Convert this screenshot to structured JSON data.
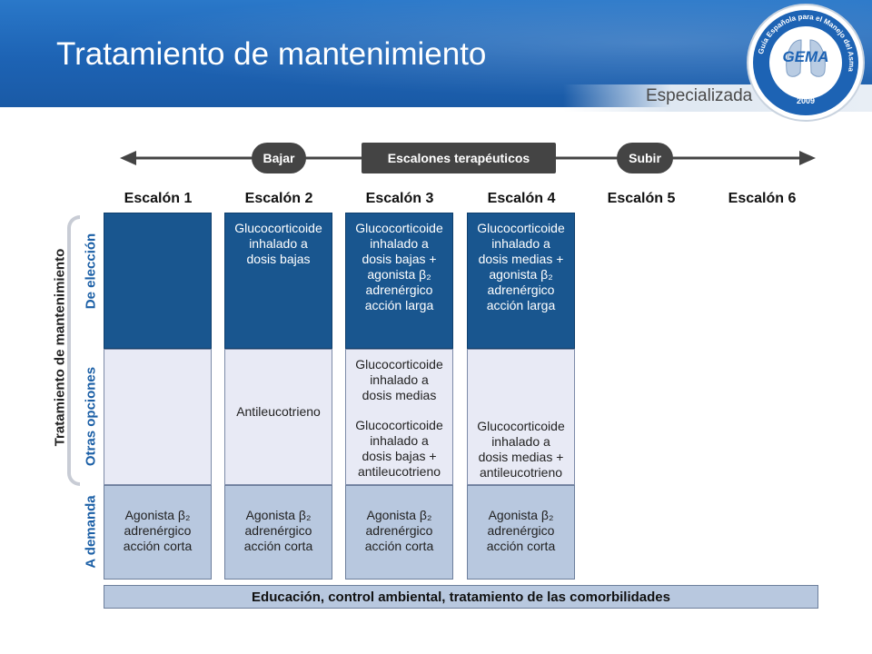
{
  "header": {
    "title": "Tratamiento de mantenimiento",
    "subtitle": "Especializada",
    "logo": {
      "ring_text": "Guía Española para el Manejo del Asma",
      "name": "GEMA",
      "year": "2009"
    }
  },
  "arrow_bar": {
    "left_label": "Bajar",
    "center_label": "Escalones terapéuticos",
    "right_label": "Subir"
  },
  "steps": [
    "Escalón 1",
    "Escalón 2",
    "Escalón 3",
    "Escalón 4",
    "Escalón 5",
    "Escalón 6"
  ],
  "side": {
    "main_label": "Tratamiento de mantenimiento",
    "de_eleccion": "De elección",
    "otras_opciones": "Otras opciones",
    "a_demanda": "A demanda"
  },
  "cells": {
    "de_eleccion": {
      "s2": "Glucocorticoide\ninhalado a\ndosis bajas",
      "s3": "Glucocorticoide\ninhalado a\ndosis bajas +\nagonista β₂\nadrenérgico\nacción larga",
      "s4": "Glucocorticoide\ninhalado a\ndosis medias +\nagonista β₂\nadrenérgico\nacción larga"
    },
    "otras_opciones": {
      "s2": "Antileucotrieno",
      "s3_a": "Glucocorticoide\ninhalado a\ndosis medias",
      "s3_b": "Glucocorticoide\ninhalado a\ndosis bajas +\nantileucotrieno",
      "s4": "Glucocorticoide\ninhalado a\ndosis medias +\nantileucotrieno"
    },
    "a_demanda": {
      "s1": "Agonista β₂\nadrenérgico\nacción corta",
      "s2": "Agonista β₂\nadrenérgico\nacción corta",
      "s3": "Agonista β₂\nadrenérgico\nacción corta",
      "s4": "Agonista β₂\nadrenérgico\nacción corta"
    }
  },
  "bottom_bar": "Educación, control ambiental, tratamiento de las comorbilidades",
  "colors": {
    "header_blue": "#1d63b4",
    "dark_cell": "#19568f",
    "light_cell": "#e8eaf5",
    "mid_cell": "#b8c8df",
    "side_label": "#1b5fa6"
  }
}
